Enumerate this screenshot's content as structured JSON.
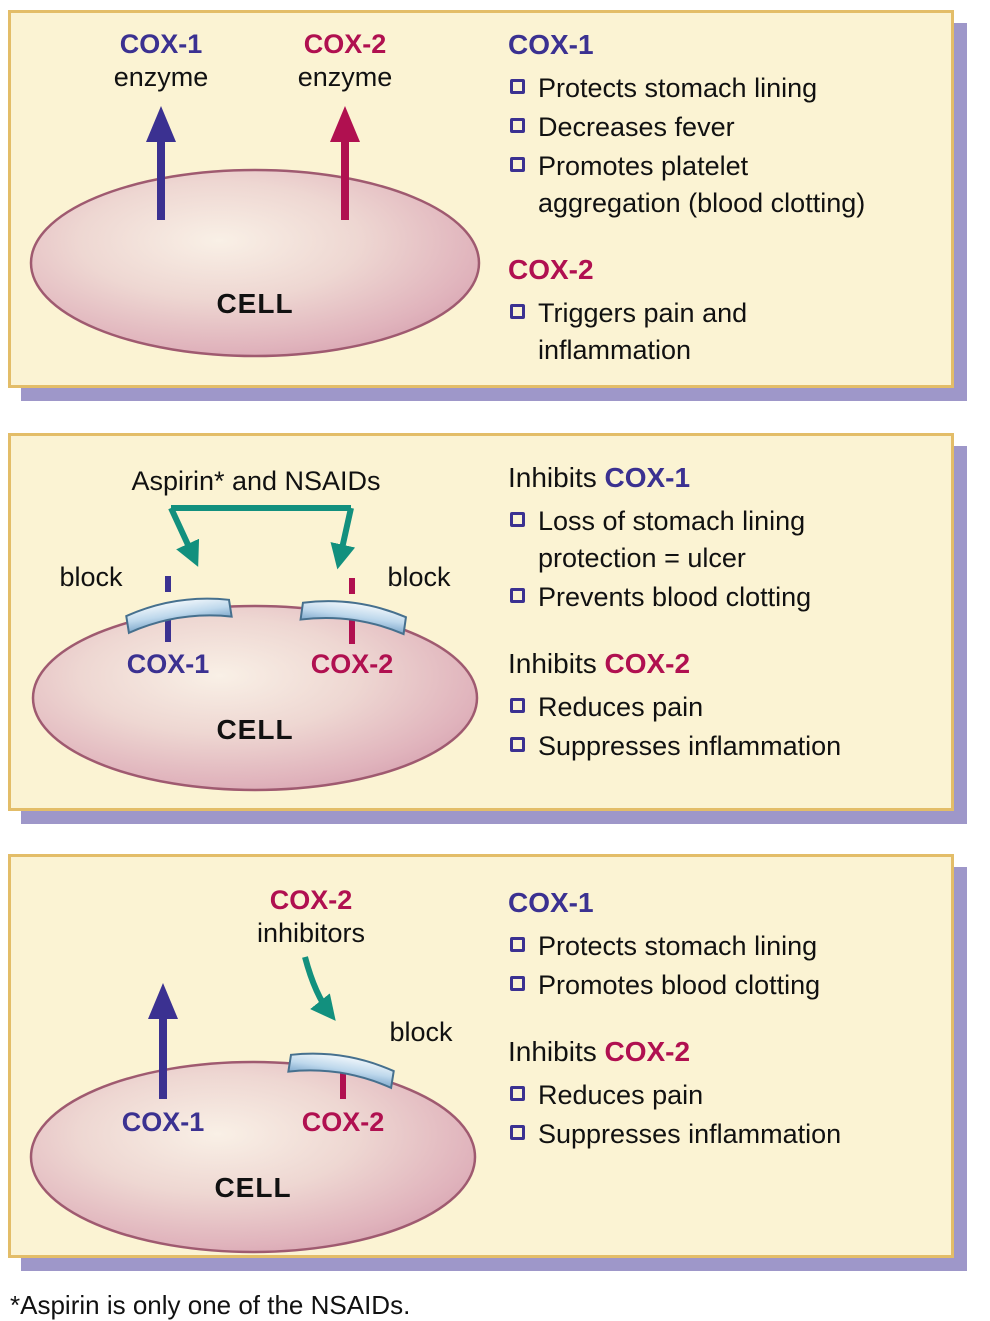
{
  "colors": {
    "cox1_purple": "#3b3191",
    "cox2_crimson": "#b01050",
    "arrow_teal": "#12907e",
    "panel_background": "#fbf3d3",
    "panel_border": "#e3bd68",
    "panel_shadow": "#9e97c9",
    "cell_outline": "#9f5a70",
    "block_bar_blue": "#bed8ec"
  },
  "panels": [
    {
      "diagram": {
        "cox1_label": "COX-1",
        "cox1_sublabel": "enzyme",
        "cox2_label": "COX-2",
        "cox2_sublabel": "enzyme",
        "cell_label": "CELL"
      },
      "sections": [
        {
          "heading": "COX-1",
          "bullets": [
            "Protects stomach lining",
            "Decreases fever",
            "Promotes platelet\naggregation (blood clotting)"
          ]
        },
        {
          "heading": "COX-2",
          "bullets": [
            "Triggers pain and\ninflammation"
          ]
        }
      ]
    },
    {
      "diagram": {
        "title": "Aspirin* and NSAIDs",
        "block_left_label": "block",
        "block_right_label": "block",
        "cox1_label": "COX-1",
        "cox2_label": "COX-2",
        "cell_label": "CELL"
      },
      "sections": [
        {
          "heading_prefix": "Inhibits",
          "heading": "COX-1",
          "bullets": [
            "Loss of stomach lining\nprotection = ulcer",
            "Prevents blood clotting"
          ]
        },
        {
          "heading_prefix": "Inhibits",
          "heading": "COX-2",
          "bullets": [
            "Reduces pain",
            "Suppresses inflammation"
          ]
        }
      ]
    },
    {
      "diagram": {
        "title_line1": "COX-2",
        "title_line2": "inhibitors",
        "block_label": "block",
        "cox1_label": "COX-1",
        "cox2_label": "COX-2",
        "cell_label": "CELL"
      },
      "sections": [
        {
          "heading": "COX-1",
          "bullets": [
            "Protects stomach lining",
            "Promotes blood clotting"
          ]
        },
        {
          "heading_prefix": "Inhibits",
          "heading": "COX-2",
          "bullets": [
            "Reduces pain",
            "Suppresses inflammation"
          ]
        }
      ]
    }
  ],
  "footnote": "*Aspirin is only one of the NSAIDs."
}
